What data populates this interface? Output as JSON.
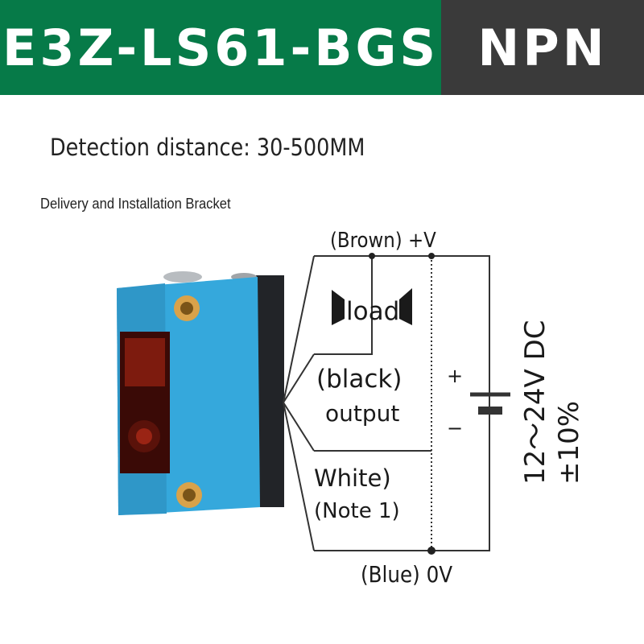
{
  "header": {
    "model": "E3Z-LS61-BGS",
    "type": "NPN"
  },
  "detection_distance": "Detection distance: 30-500MM",
  "delivery_note": "Delivery and Installation Bracket",
  "wiring": {
    "brown": "(Brown) +V",
    "load": "load",
    "black": "(black)",
    "output": "output",
    "white": "White)",
    "note": "(Note 1)",
    "blue": "(Blue) 0V",
    "plus": "+",
    "minus": "−",
    "voltage": "12〜24V DC",
    "tolerance": "±10%"
  },
  "colors": {
    "banner_green": "#067a48",
    "banner_dark": "#3a3a3a",
    "sensor_body": "#35a8dc"
  }
}
